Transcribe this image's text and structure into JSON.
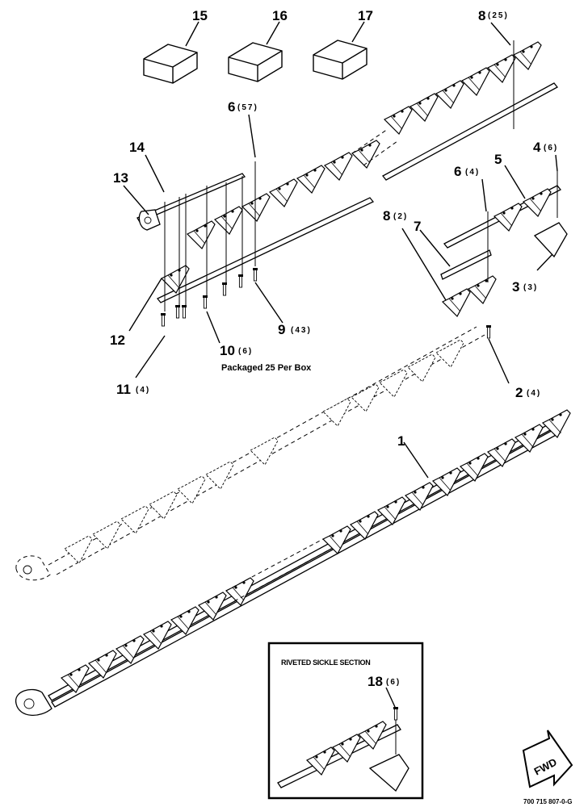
{
  "callouts": {
    "c1": {
      "num": "1",
      "qty": ""
    },
    "c2": {
      "num": "2",
      "qty": "(4)"
    },
    "c3": {
      "num": "3",
      "qty": "(3)"
    },
    "c4": {
      "num": "4",
      "qty": "(6)"
    },
    "c5": {
      "num": "5",
      "qty": ""
    },
    "c6a": {
      "num": "6",
      "qty": "(57)"
    },
    "c6b": {
      "num": "6",
      "qty": "(4)"
    },
    "c7": {
      "num": "7",
      "qty": ""
    },
    "c8a": {
      "num": "8",
      "qty": "(25)"
    },
    "c8b": {
      "num": "8",
      "qty": "(2)"
    },
    "c9": {
      "num": "9",
      "qty": "(43)"
    },
    "c10": {
      "num": "10",
      "qty": "(6)"
    },
    "c11": {
      "num": "11",
      "qty": "(4)"
    },
    "c12": {
      "num": "12",
      "qty": ""
    },
    "c13": {
      "num": "13",
      "qty": ""
    },
    "c14": {
      "num": "14",
      "qty": ""
    },
    "c15": {
      "num": "15",
      "qty": ""
    },
    "c16": {
      "num": "16",
      "qty": ""
    },
    "c17": {
      "num": "17",
      "qty": ""
    },
    "c18": {
      "num": "18",
      "qty": "(6)"
    }
  },
  "package_note": "Packaged 25 Per Box",
  "inset": {
    "title": "RIVETED SICKLE SECTION"
  },
  "fwd_label": "FWD",
  "figure_ref": "700 715 807-0-G"
}
